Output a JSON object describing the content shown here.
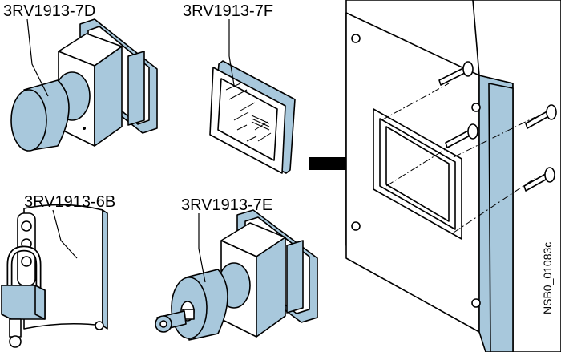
{
  "labels": {
    "top_left": "3RV1913-7D",
    "top_middle": "3RV1913-7F",
    "bottom_left": "3RV1913-6B",
    "bottom_middle": "3RV1913-7E",
    "figure_code": "NSB0_01083c"
  },
  "colors": {
    "part_blue": "#a8c8dc",
    "outline": "#000000",
    "background": "#ffffff"
  }
}
